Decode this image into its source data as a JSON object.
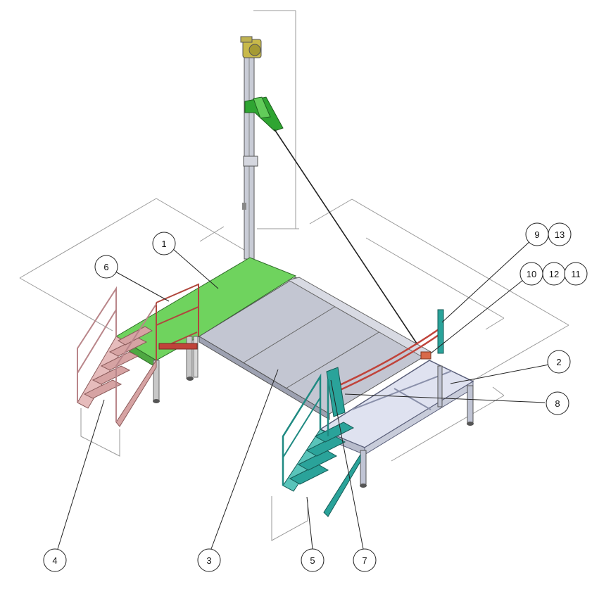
{
  "balloons": [
    {
      "id": "b1",
      "label": "1"
    },
    {
      "id": "b2",
      "label": "2"
    },
    {
      "id": "b3",
      "label": "3"
    },
    {
      "id": "b4",
      "label": "4"
    },
    {
      "id": "b5",
      "label": "5"
    },
    {
      "id": "b6",
      "label": "6"
    },
    {
      "id": "b7",
      "label": "7"
    },
    {
      "id": "b8",
      "label": "8"
    },
    {
      "id": "b9",
      "label": "9"
    },
    {
      "id": "b13",
      "label": "13"
    },
    {
      "id": "b10",
      "label": "10"
    },
    {
      "id": "b12",
      "label": "12"
    },
    {
      "id": "b11",
      "label": "11"
    }
  ],
  "colors": {
    "green_platform": "#6fd35e",
    "grey_platform": "#b9bdc9",
    "glass_platform": "#dfe2f0",
    "pink_stair": "#d6a3a3",
    "teal_stair": "#2aa39a",
    "red_rail": "#c0433a",
    "frame": "#9aa0b0",
    "dimension": "#9a9a9a"
  }
}
